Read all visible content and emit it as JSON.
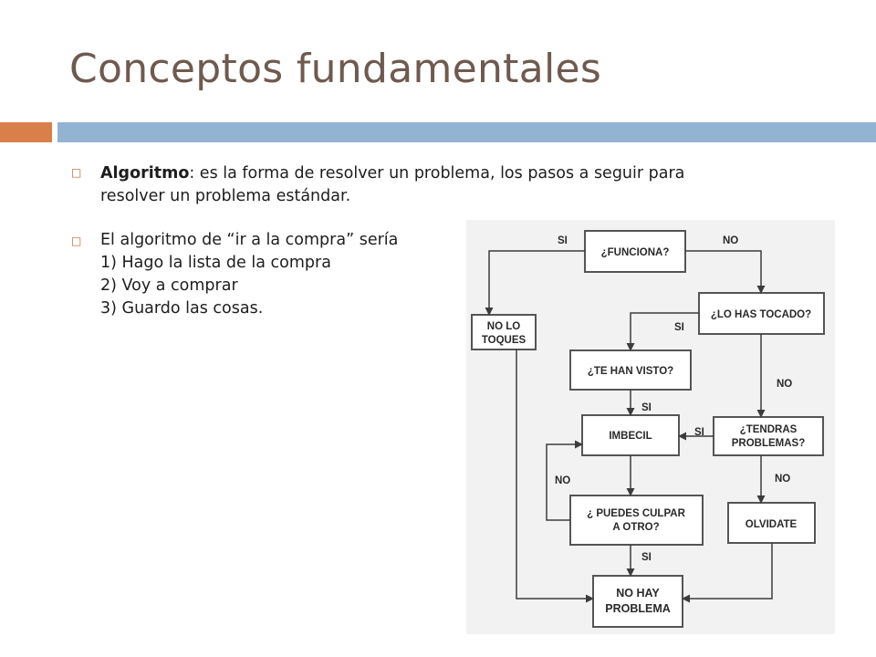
{
  "slide": {
    "title": "Conceptos fundamentales",
    "bullets": [
      {
        "term": "Algoritmo",
        "line1_rest": ": es la forma de resolver un problema, los pasos a seguir para",
        "line2": "resolver un problema estándar."
      },
      {
        "intro": "El algoritmo de “ir a la compra” sería",
        "steps": [
          "1) Hago la lista de la compra",
          "2) Voy a comprar",
          "3) Guardo las cosas."
        ]
      }
    ]
  },
  "flowchart": {
    "nodes": {
      "funciona": "¿FUNCIONA?",
      "no_lo": "NO LO",
      "toques": "TOQUES",
      "has_tocado": "¿LO HAS TOCADO?",
      "te_han_visto": "¿TE HAN VISTO?",
      "imbecil": "IMBECIL",
      "tendras_1": "¿TENDRAS",
      "tendras_2": "PROBLEMAS?",
      "culpar_1": "¿ PUEDES CULPAR",
      "culpar_2": "A OTRO?",
      "olvidate": "OLVIDATE",
      "no_hay_1": "NO HAY",
      "no_hay_2": "PROBLEMA"
    },
    "labels": {
      "si_top": "SI",
      "no_top": "NO",
      "si_has_tocado": "SI",
      "no_has_tocado": "NO",
      "si_visto": "SI",
      "si_tendras": "SI",
      "no_tendras": "NO",
      "no_culpar": "NO",
      "si_culpar": "SI"
    }
  }
}
